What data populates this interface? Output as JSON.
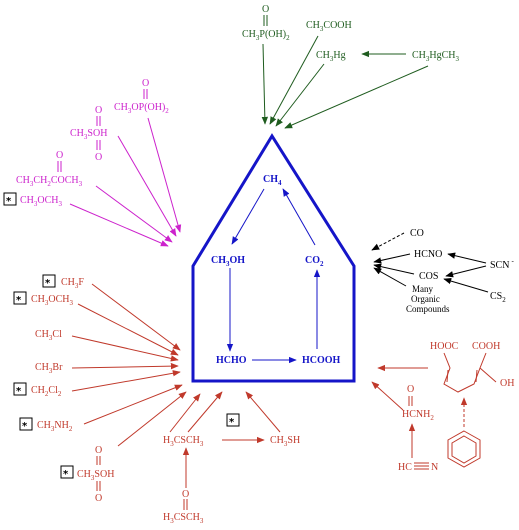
{
  "colors": {
    "house": "#1515c8",
    "green": "#1f5c1f",
    "magenta": "#cc22cc",
    "red": "#c0392b",
    "black": "#000000"
  },
  "center": {
    "ch4": "CH",
    "ch4_sub": "4",
    "ch3oh_a": "CH",
    "ch3oh_sub": "3",
    "ch3oh_b": "OH",
    "co2": "CO",
    "co2_sub": "2",
    "hcho": "HCHO",
    "hcooh": "HCOOH"
  },
  "top_compounds": {
    "methylphosphonic_a": "CH",
    "methylphosphonic_sub1": "3",
    "methylphosphonic_b": "P(OH)",
    "methylphosphonic_sub2": "2",
    "methylphosphonic_o": "O",
    "acetic_a": "CH",
    "acetic_sub": "3",
    "acetic_b": "COOH",
    "methylhg_a": "CH",
    "methylhg_sub": "3",
    "methylhg_b": "Hg",
    "dimethylhg_a": "CH",
    "dimethylhg_sub1": "3",
    "dimethylhg_b": "HgCH",
    "dimethylhg_sub2": "3"
  },
  "left_top_compounds": {
    "mpa_a": "CH",
    "mpa_sub1": "3",
    "mpa_b": "OP(OH)",
    "mpa_sub2": "2",
    "mpa_o": "O",
    "msa_a": "CH",
    "msa_sub": "3",
    "msa_b": "SOH",
    "msa_o1": "O",
    "msa_o2": "O",
    "mek_a": "CH",
    "mek_sub1": "3",
    "mek_b": "CH",
    "mek_sub2": "2",
    "mek_c": "COCH",
    "mek_sub3": "3",
    "mek_o": "O",
    "dme_a": "CH",
    "dme_sub1": "3",
    "dme_b": "OCH",
    "dme_sub2": "3",
    "star": "*"
  },
  "left_compounds": {
    "ch3f_a": "CH",
    "ch3f_sub": "3",
    "ch3f_b": "F",
    "dme_a": "CH",
    "dme_sub1": "3",
    "dme_b": "OCH",
    "dme_sub2": "3",
    "ch3cl_a": "CH",
    "ch3cl_sub": "3",
    "ch3cl_b": "Cl",
    "ch3br_a": "CH",
    "ch3br_sub": "3",
    "ch3br_b": "Br",
    "ch2cl2_a": "CH",
    "ch2cl2_sub1": "2",
    "ch2cl2_b": "Cl",
    "ch2cl2_sub2": "2",
    "ch3nh2_a": "CH",
    "ch3nh2_sub1": "3",
    "ch3nh2_b": "NH",
    "ch3nh2_sub2": "2",
    "msa_a": "CH",
    "msa_sub": "3",
    "msa_b": "SOH",
    "msa_o1": "O",
    "msa_o2": "O",
    "star": "*"
  },
  "bottom_compounds": {
    "dms_a": "H",
    "dms_sub1": "3",
    "dms_b": "CSCH",
    "dms_sub2": "3",
    "ch3sh_a": "CH",
    "ch3sh_sub": "3",
    "ch3sh_b": "SH",
    "dmso_a": "H",
    "dmso_sub1": "3",
    "dmso_b": "CSCH",
    "dmso_sub2": "3",
    "dmso_o": "O",
    "star": "*"
  },
  "right_compounds": {
    "co": "CO",
    "hcno": "HCNO",
    "cos": "COS",
    "scn": "SCN",
    "scn_sup": "-",
    "cs2_a": "CS",
    "cs2_sub": "2",
    "organic_1": "Many",
    "organic_2": "Organic",
    "organic_3": "Compounds",
    "formamide_a": "HCNH",
    "formamide_sub": "2",
    "formamide_o": "O",
    "hcn": "HC",
    "hcn_n": "N",
    "hooc": "HOOC",
    "cooh": "COOH",
    "oh": "OH"
  }
}
